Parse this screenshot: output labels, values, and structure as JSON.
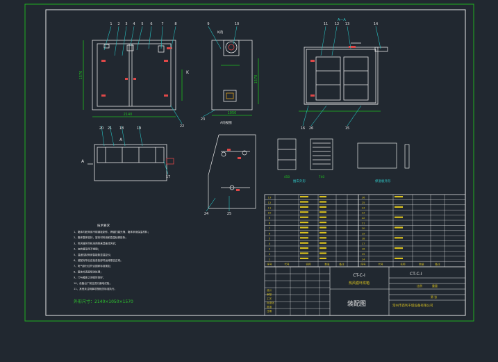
{
  "colors": {
    "background": "#212830",
    "border": "#1fb01f",
    "outline": "#e8e8e8",
    "leader": "#27c0c0",
    "dimension": "#1fbf1f",
    "table_text": "#d8c020",
    "red_part": "#e04848",
    "note_text": "#e8e8e8",
    "size_text": "#2ec82e",
    "cyan_text": "#30c8c8"
  },
  "section_label": "A—A",
  "view_k_label": "K向",
  "view_a_label": "A向视图",
  "arrow_k": "K",
  "arrow_a_left": "A",
  "arrow_a_top": "A",
  "callouts_top": [
    "1",
    "2",
    "3",
    "4",
    "5",
    "6",
    "7",
    "8",
    "9",
    "10",
    "11",
    "12",
    "13",
    "14"
  ],
  "callouts_bottom": [
    "15",
    "16",
    "17",
    "18",
    "19",
    "20",
    "21",
    "22",
    "23",
    "24",
    "25",
    "26"
  ],
  "views_small": {
    "tray_frame_label": "推车外形",
    "side_label": "保温板外形",
    "small_dim_1": "450",
    "small_dim_2": "740"
  },
  "notes": {
    "heading": "技术要求",
    "lines": [
      "1、箱体内胆采用不锈钢板制作，焊缝打磨光滑，箱体采用保温材料；",
      "2、箱体整体密封，密封材料用耐高温硅橡胶条；",
      "3、热风循环风机采用耐高温轴流风机；",
      "4、加热管采用不锈钢；",
      "5、温度控制采用智能数显温控仪；",
      "6、装配完毕后应检查各部件运转是否正常；",
      "7、电气部分应符合国家标准规定；",
      "8、箱体外表面喷涂处理；",
      "9、门与箱体之间密封良好；",
      "10、设备出厂前应进行通电试验；",
      "11、其他未注明事项按相关标准执行。"
    ],
    "outline_size": "外形尺寸：2140×1050×1570"
  },
  "title_block": {
    "drawing_no": "CT-C-I",
    "product_name": "热风循环烘箱",
    "drawing_title": "装配图",
    "drawing_no_right": "CT-C-I",
    "company": "常州市百利干燥设备有限公司",
    "labels": [
      "设计",
      "审核",
      "工艺",
      "标准化",
      "批准",
      "日期"
    ],
    "label_scale": "比例",
    "label_weight": "重量",
    "label_sheet": "第 张"
  },
  "parts_table": {
    "headers": [
      "序号",
      "代号",
      "名称",
      "数量",
      "备注"
    ],
    "left_numbers": [
      "13",
      "12",
      "11",
      "10",
      "9",
      "8",
      "7",
      "6",
      "5",
      "4",
      "3",
      "2",
      "1"
    ],
    "right_numbers": [
      "26",
      "25",
      "24",
      "23",
      "22",
      "21",
      "20",
      "19",
      "18",
      "17",
      "16",
      "15",
      "14"
    ]
  },
  "dims": {
    "front_width": "2140",
    "front_height": "1570",
    "side_width": "1050",
    "side_height": "1570"
  }
}
